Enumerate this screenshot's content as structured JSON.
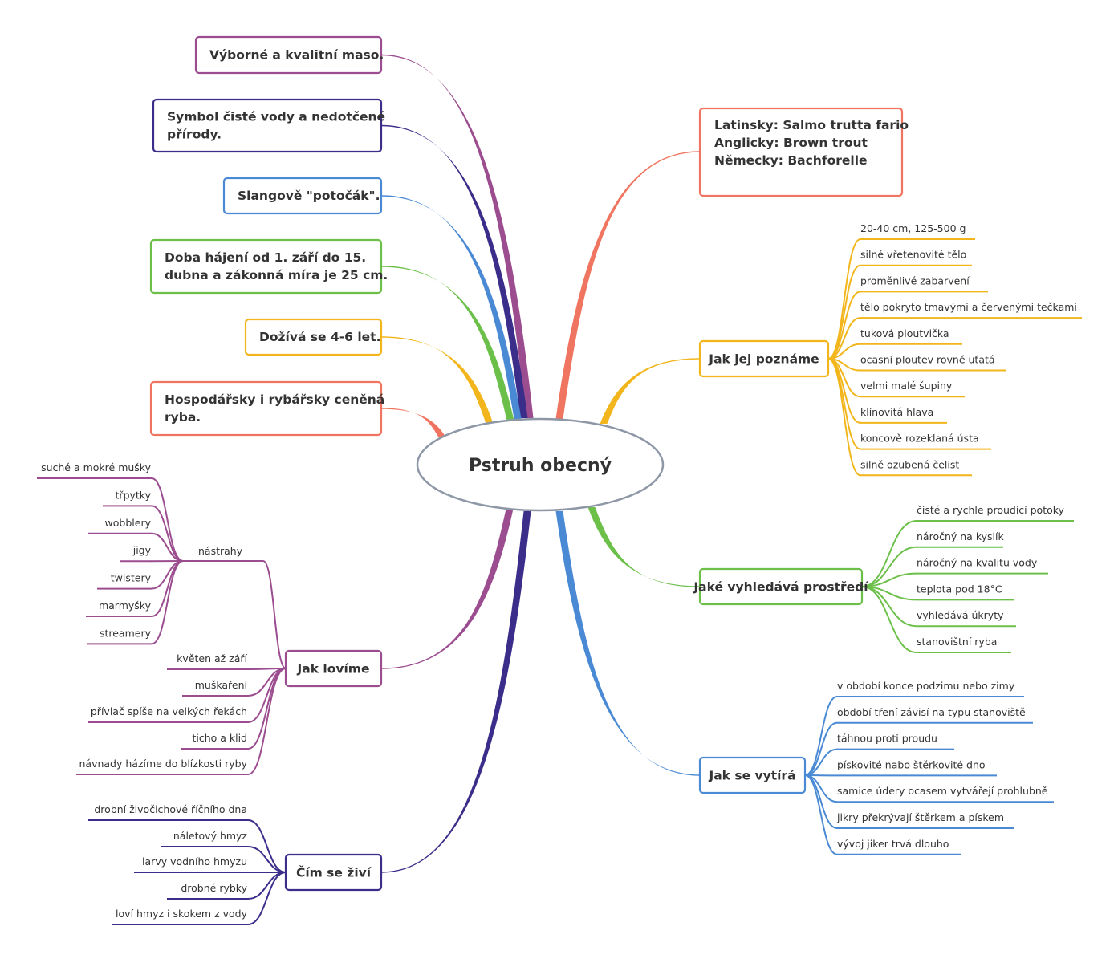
{
  "title": "Pstruh obecný",
  "colors": {
    "purple": "#9b4d8f",
    "navy": "#3b2e8a",
    "blue": "#4a8ad4",
    "green": "#6cc04a",
    "yellow": "#f2b61c",
    "red": "#f07560",
    "center_stroke": "#8d97a6"
  },
  "left_facts": [
    {
      "lines": [
        "Výborné a kvalitní maso."
      ],
      "color": "purple"
    },
    {
      "lines": [
        "Symbol čisté vody a nedotčené",
        "přírody."
      ],
      "color": "navy"
    },
    {
      "lines": [
        "Slangově \"potočák\"."
      ],
      "color": "blue"
    },
    {
      "lines": [
        "Doba hájení od 1. září do 15.",
        "dubna a zákonná míra je 25 cm."
      ],
      "color": "green"
    },
    {
      "lines": [
        "Dožívá se 4-6 let."
      ],
      "color": "yellow"
    },
    {
      "lines": [
        "Hospodářsky i rybářsky ceněná",
        "ryba."
      ],
      "color": "red"
    }
  ],
  "names": {
    "lines": [
      "Latinsky: Salmo trutta fario",
      "Anglicky: Brown trout",
      "Německy: Bachforelle"
    ],
    "color": "red"
  },
  "branches": {
    "poznani": {
      "label": "Jak jej poznáme",
      "color": "yellow",
      "items": [
        "20-40 cm, 125-500 g",
        "silné vřetenovité tělo",
        "proměnlivé zabarvení",
        "tělo pokryto tmavými a červenými tečkami",
        "tuková ploutvička",
        "ocasní ploutev rovně uťatá",
        "velmi malé šupiny",
        "klínovitá hlava",
        "koncově rozeklaná ústa",
        "silně ozubená čelist"
      ]
    },
    "prostredi": {
      "label": "Jaké vyhledává prostředí",
      "color": "green",
      "items": [
        "čisté a rychle proudící potoky",
        "náročný na kyslík",
        "náročný na kvalitu vody",
        "teplota pod 18°C",
        "vyhledává úkryty",
        "stanovištní ryba"
      ]
    },
    "vytirani": {
      "label": "Jak se vytírá",
      "color": "blue",
      "items": [
        "v období konce podzimu nebo zimy",
        "období tření závisí na typu stanoviště",
        "táhnou proti proudu",
        "pískovité nabo štěrkovité dno",
        "samice údery ocasem vytvářejí prohlubně",
        "jikry překrývají štěrkem a pískem",
        "vývoj jiker trvá dlouho"
      ]
    },
    "lov": {
      "label": "Jak lovíme",
      "color": "purple",
      "nastrahy": {
        "label": "nástrahy",
        "items": [
          "suché a mokré mušky",
          "třpytky",
          "wobblery",
          "jigy",
          "twistery",
          "marmyšky",
          "streamery"
        ]
      },
      "items": [
        "květen až září",
        "muškaření",
        "přívlač spíše na velkých řekách",
        "ticho a klid",
        "návnady házíme do blízkosti ryby"
      ]
    },
    "potrava": {
      "label": "Čím se živí",
      "color": "navy",
      "items": [
        "drobní živočichové říčního dna",
        "náletový hmyz",
        "larvy vodního hmyzu",
        "drobné rybky",
        "loví hmyz i skokem z vody"
      ]
    }
  }
}
